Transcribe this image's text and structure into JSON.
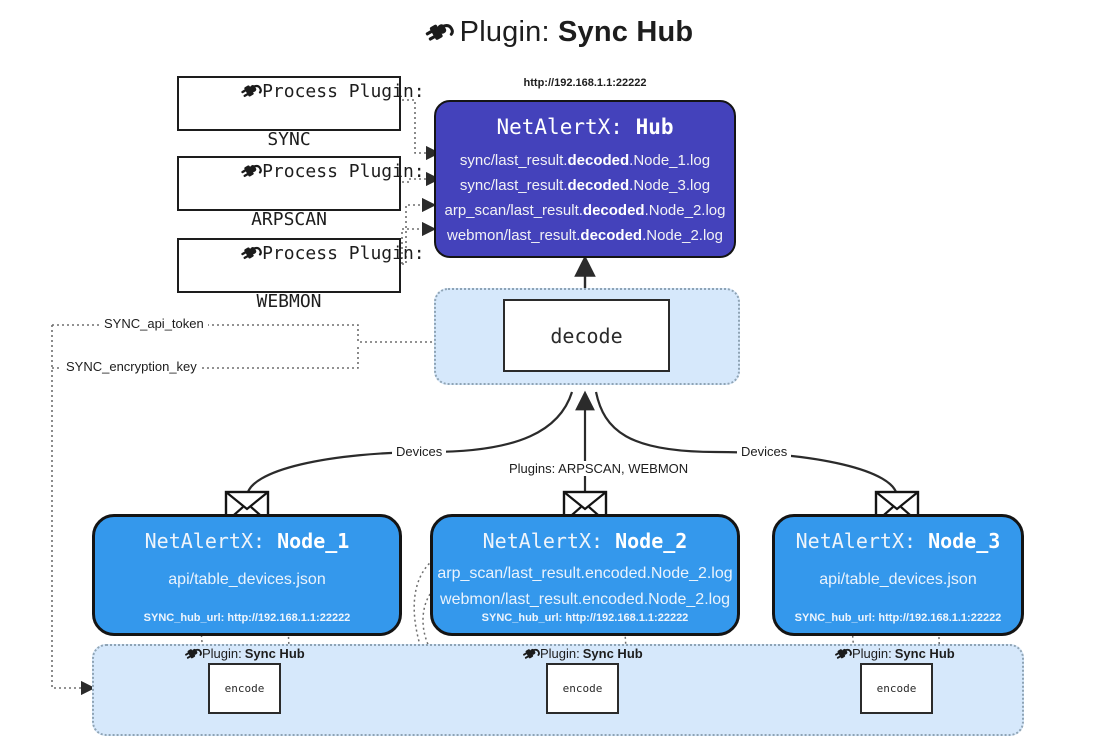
{
  "title": {
    "icon": "plug-icon",
    "label": "Plugin:",
    "name": "Sync Hub"
  },
  "process_plugins": [
    {
      "icon": "plug-icon",
      "line1": "Process Plugin:",
      "line2": "SYNC"
    },
    {
      "icon": "plug-icon",
      "line1": "Process Plugin:",
      "line2": "ARPSCAN"
    },
    {
      "icon": "plug-icon",
      "line1": "Process Plugin:",
      "line2": "WEBMON"
    }
  ],
  "hub": {
    "address": "http://192.168.1.1:22222",
    "title_prefix": "NetAlertX: ",
    "title_name": "Hub",
    "logs": [
      {
        "pre": "sync/last_result.",
        "bold": "decoded",
        "post": ".Node_1.log"
      },
      {
        "pre": "sync/last_result.",
        "bold": "decoded",
        "post": ".Node_3.log"
      },
      {
        "pre": "arp_scan/last_result.",
        "bold": "decoded",
        "post": ".Node_2.log"
      },
      {
        "pre": "webmon/last_result.",
        "bold": "decoded",
        "post": ".Node_2.log"
      }
    ]
  },
  "decode": {
    "label": "decode"
  },
  "settings": {
    "api_token": "SYNC_api_token",
    "encryption_key": "SYNC_encryption_key"
  },
  "edge_labels": {
    "devices_left": "Devices",
    "devices_right": "Devices",
    "plugins_center": "Plugins: ARPSCAN, WEBMON"
  },
  "nodes": [
    {
      "icon": "envelope-icon",
      "title_prefix": "NetAlertX: ",
      "title_name": "Node_1",
      "lines": [
        "api/table_devices.json"
      ],
      "footer": "SYNC_hub_url: http://192.168.1.1:22222"
    },
    {
      "icon": "envelope-icon",
      "title_prefix": "NetAlertX: ",
      "title_name": "Node_2",
      "lines": [
        "arp_scan/last_result.encoded.Node_2.log",
        "webmon/last_result.encoded.Node_2.log"
      ],
      "footer": "SYNC_hub_url: http://192.168.1.1:22222"
    },
    {
      "icon": "envelope-icon",
      "title_prefix": "NetAlertX: ",
      "title_name": "Node_3",
      "lines": [
        "api/table_devices.json"
      ],
      "footer": "SYNC_hub_url: http://192.168.1.1:22222"
    }
  ],
  "encoders": [
    {
      "icon": "plug-icon",
      "label": "Plugin:",
      "name": "Sync Hub",
      "box": "encode"
    },
    {
      "icon": "plug-icon",
      "label": "Plugin:",
      "name": "Sync Hub",
      "box": "encode"
    },
    {
      "icon": "plug-icon",
      "label": "Plugin:",
      "name": "Sync Hub",
      "box": "encode"
    }
  ],
  "colors": {
    "hub_fill": "#4442bb",
    "node_fill": "#3498ec",
    "container_fill": "#d6e8fb",
    "stroke": "#141414",
    "dotted": "#6e6e6e"
  }
}
